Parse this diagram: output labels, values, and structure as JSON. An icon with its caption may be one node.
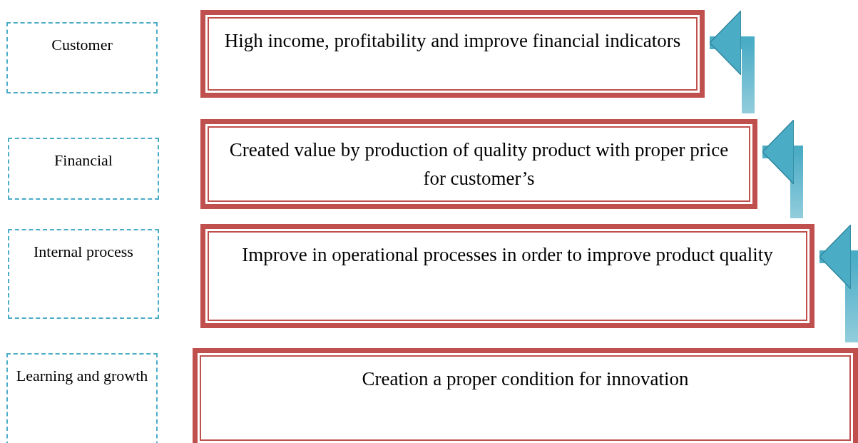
{
  "diagram": {
    "nodes": [
      {
        "text": [
          "Customer"
        ]
      },
      {
        "text": [
          "High income, profitability and improve financial indicators"
        ]
      },
      {
        "text": [
          "Financial"
        ]
      },
      {
        "text": [
          "Created value by production of quality product with proper price for customer’s"
        ]
      },
      {
        "text": [
          "Internal process"
        ]
      },
      {
        "text": [
          "Improve in operational processes in order to improve product quality"
        ]
      },
      {
        "text": [
          "Learning and growth"
        ]
      },
      {
        "text": [
          "Creation a proper condition for innovation"
        ]
      }
    ],
    "edges": [
      {
        "from": 3,
        "to": 1,
        "arrow": "to"
      },
      {
        "from": 5,
        "to": 3,
        "arrow": "to"
      },
      {
        "from": 7,
        "to": 5,
        "arrow": "to"
      }
    ]
  }
}
